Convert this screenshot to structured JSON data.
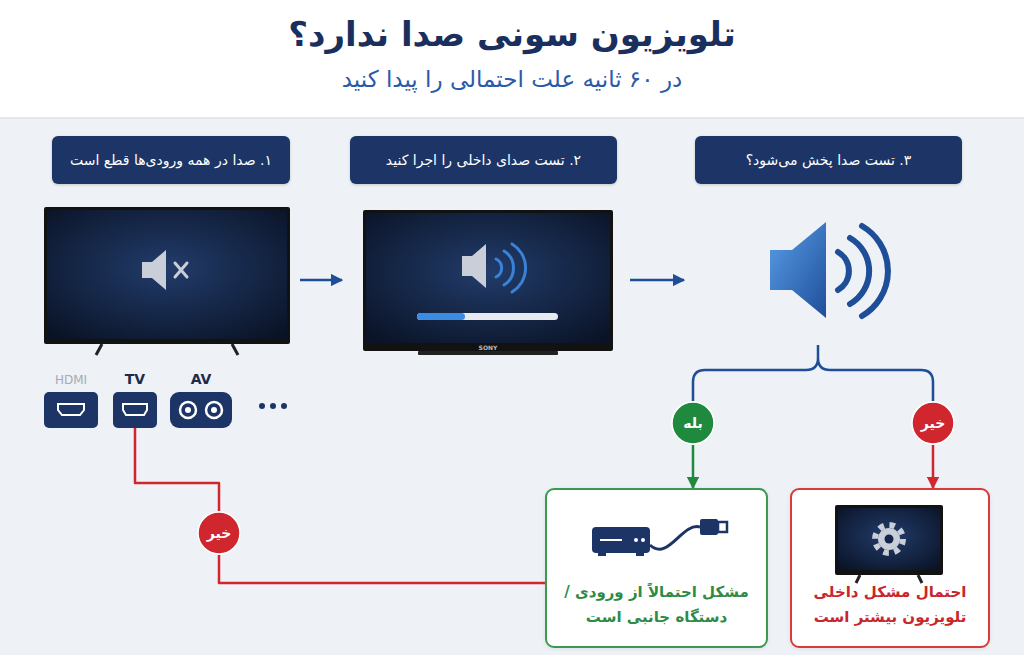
{
  "diagram": {
    "title": "تلویزیون سونی صدا ندارد؟",
    "nodes": [
      {
        "text": [
          "۱. صدا در همه ورودی‌ها قطع است"
        ]
      },
      {
        "text": [
          "۲. تست صدای داخلی را اجرا کنید"
        ]
      },
      {
        "text": [
          "۳. تست صدا پخش می‌شود؟"
        ]
      },
      {
        "text": [
          "HDMI"
        ]
      },
      {
        "text": [
          "TV"
        ]
      },
      {
        "text": [
          "AV"
        ]
      },
      {
        "text": [
          "بله"
        ]
      },
      {
        "text": [
          "خیر"
        ]
      },
      {
        "text": [
          "خیر"
        ]
      },
      {
        "text": [
          "مشکل احتمالاً از ورودی / دستگاه جانبی است"
        ]
      },
      {
        "text": [
          "احتمال مشکل داخلی تلویزیون بیشتر است"
        ]
      }
    ],
    "edges": [
      {
        "from": 6,
        "to": 9,
        "arrow": "to"
      },
      {
        "from": 7,
        "to": 10,
        "arrow": "to"
      },
      {
        "from": 4,
        "to": 8,
        "arrow": "none"
      },
      {
        "from": 8,
        "to": 9,
        "arrow": "none"
      }
    ],
    "labels": [
      "در ۶۰ ثانیه علت احتمالی را پیدا کنید",
      "SONY"
    ]
  }
}
